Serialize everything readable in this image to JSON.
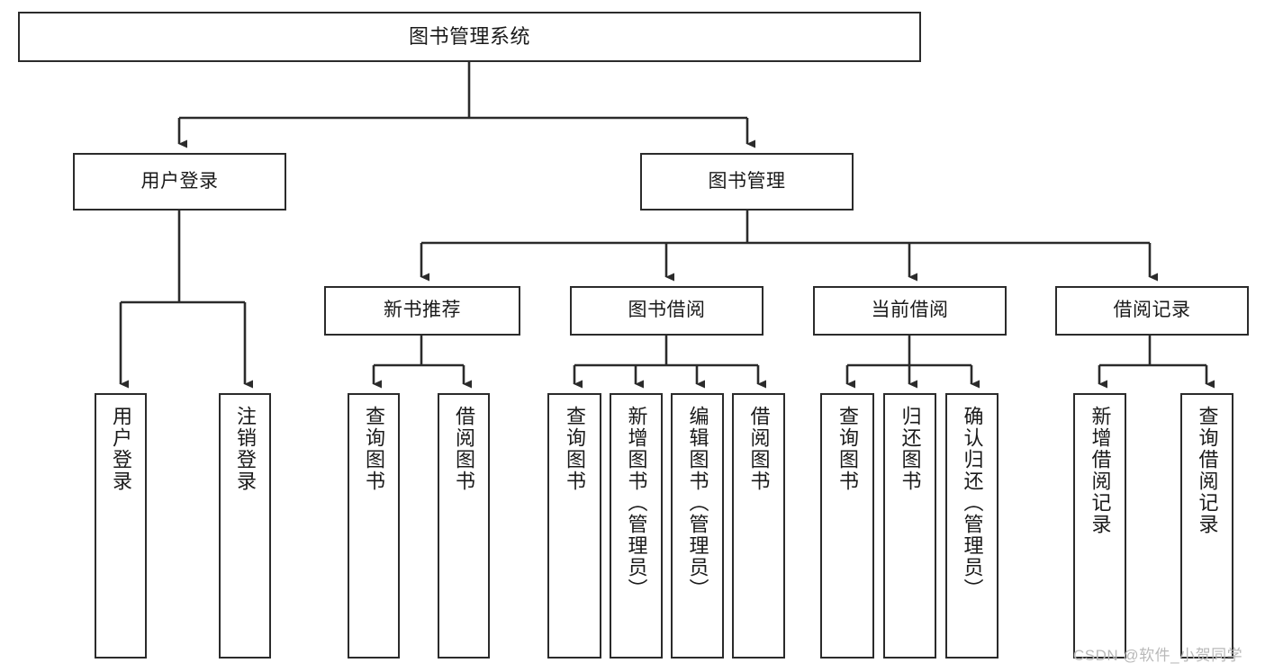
{
  "diagram": {
    "title": "图书管理系统",
    "type": "tree",
    "colors": {
      "node_border": "#2b2b2b",
      "node_fill": "#ffffff",
      "edge": "#2b2b2b",
      "text": "#1a1a1a",
      "watermark": "#b9b9b9",
      "background": "#ffffff"
    },
    "levels": {
      "root": {
        "label": "图书管理系统"
      },
      "level1": [
        {
          "id": "user-login",
          "label": "用户登录"
        },
        {
          "id": "book-management",
          "label": "图书管理"
        }
      ],
      "level2": [
        {
          "id": "new-book-recommend",
          "label": "新书推荐",
          "parent": "book-management"
        },
        {
          "id": "book-borrow",
          "label": "图书借阅",
          "parent": "book-management"
        },
        {
          "id": "current-borrow",
          "label": "当前借阅",
          "parent": "book-management"
        },
        {
          "id": "borrow-record",
          "label": "借阅记录",
          "parent": "book-management"
        }
      ],
      "leaves": {
        "user_login": [
          {
            "id": "leaf-user-login",
            "label": "用户登录"
          },
          {
            "id": "leaf-logout-login",
            "label": "注销登录"
          }
        ],
        "new_book_recommend": [
          {
            "id": "leaf-query-book-1",
            "label": "查询图书"
          },
          {
            "id": "leaf-borrow-book-1",
            "label": "借阅图书"
          }
        ],
        "book_borrow": [
          {
            "id": "leaf-query-book-2",
            "label": "查询图书"
          },
          {
            "id": "leaf-add-book",
            "label": "新增图书（管理员）"
          },
          {
            "id": "leaf-edit-book",
            "label": "编辑图书（管理员）"
          },
          {
            "id": "leaf-borrow-book-2",
            "label": "借阅图书"
          }
        ],
        "current_borrow": [
          {
            "id": "leaf-query-book-3",
            "label": "查询图书"
          },
          {
            "id": "leaf-return-book",
            "label": "归还图书"
          },
          {
            "id": "leaf-confirm-return",
            "label": "确认归还（管理员）"
          }
        ],
        "borrow_record": [
          {
            "id": "leaf-add-record",
            "label": "新增借阅记录"
          },
          {
            "id": "leaf-query-record",
            "label": "查询借阅记录"
          }
        ]
      }
    }
  },
  "watermark": {
    "text": "CSDN @软件_小贺同学"
  }
}
